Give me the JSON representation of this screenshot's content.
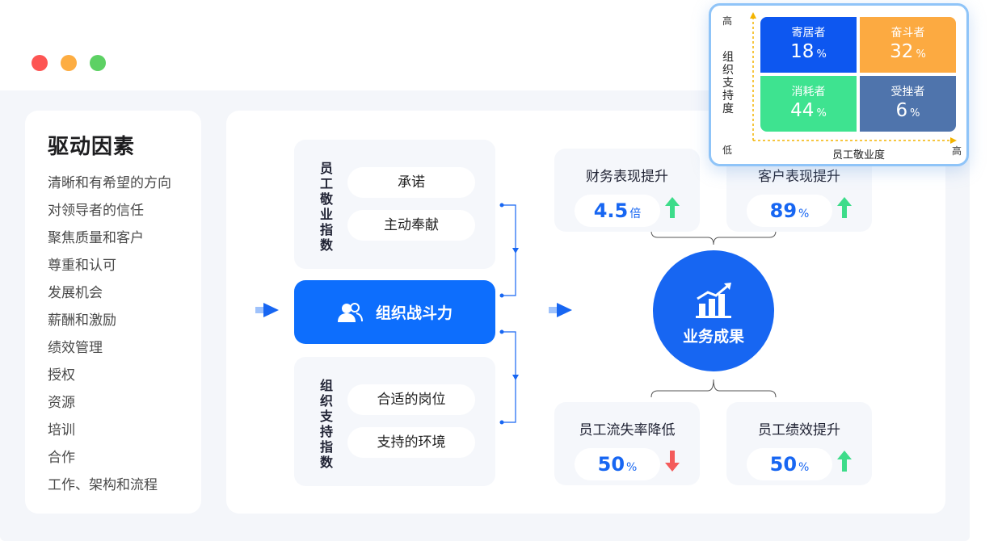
{
  "sidebar": {
    "title": "驱动因素",
    "items": [
      "清晰和有希望的方向",
      "对领导者的信任",
      "聚焦质量和客户",
      "尊重和认可",
      "发展机会",
      "薪酬和激励",
      "绩效管理",
      "授权",
      "资源",
      "培训",
      "合作",
      "工作、架构和流程"
    ]
  },
  "engagement": {
    "label": "员工敬业指数",
    "items": [
      "承诺",
      "主动奉献"
    ]
  },
  "main_button": {
    "label": "组织战斗力",
    "icon": "people-icon"
  },
  "support": {
    "label": "组织支持指数",
    "items": [
      "合适的岗位",
      "支持的环境"
    ]
  },
  "result": {
    "label": "业务成果",
    "icon": "bar-chart-icon"
  },
  "outcomes": [
    {
      "title": "财务表现提升",
      "value": "4.5",
      "unit": "倍",
      "trend": "up"
    },
    {
      "title": "客户表现提升",
      "value": "89",
      "unit": "%",
      "trend": "up"
    },
    {
      "title": "员工流失率降低",
      "value": "50",
      "unit": "%",
      "trend": "down"
    },
    {
      "title": "员工绩效提升",
      "value": "50",
      "unit": "%",
      "trend": "up"
    }
  ],
  "matrix": {
    "y_high": "高",
    "y_low": "低",
    "y_title": "组织支持度",
    "x_title": "员工敬业度",
    "x_high": "高",
    "quadrants": [
      {
        "name": "寄居者",
        "value": "18",
        "unit": "%",
        "color": "#0d57f0"
      },
      {
        "name": "奋斗者",
        "value": "32",
        "unit": "%",
        "color": "#fcaa41"
      },
      {
        "name": "消耗者",
        "value": "44",
        "unit": "%",
        "color": "#3ee390"
      },
      {
        "name": "受挫者",
        "value": "6",
        "unit": "%",
        "color": "#4f74ac"
      }
    ]
  },
  "colors": {
    "primary": "#0d6efd",
    "up": "#3ddc8a",
    "down": "#f45b5b",
    "axis": "#f4b400"
  }
}
